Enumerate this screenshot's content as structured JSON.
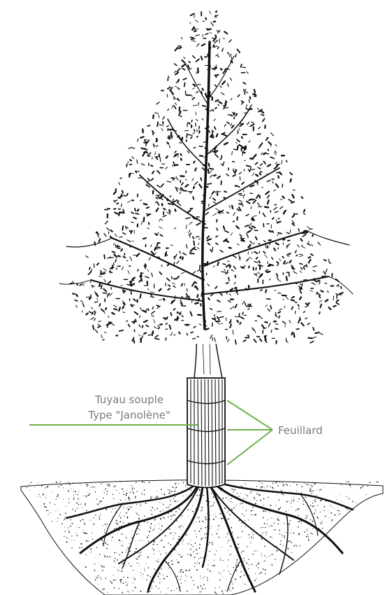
{
  "labels": {
    "tuyau_line1": "Tuyau souple",
    "tuyau_line2": "Type \"Janolène\"",
    "feuillard": "Feuillard"
  },
  "colors": {
    "leader_line": "#6fb24a",
    "label_text": "#7a7a7a",
    "ink": "#111111",
    "background": "#ffffff"
  }
}
